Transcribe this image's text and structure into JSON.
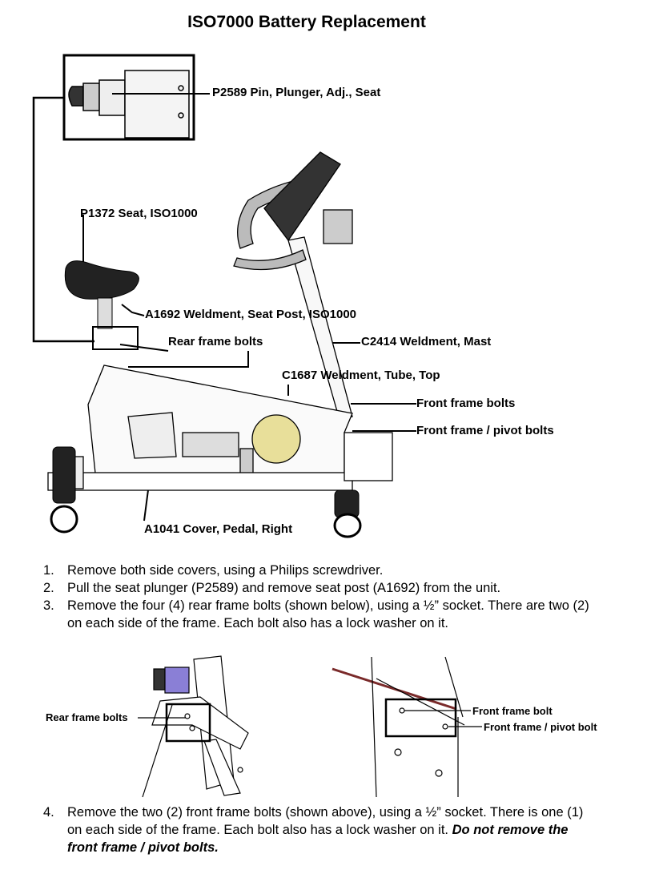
{
  "title": "ISO7000 Battery Replacement",
  "diagram": {
    "labels": {
      "pin_plunger": "P2589 Pin, Plunger, Adj., Seat",
      "seat": "P1372 Seat, ISO1000",
      "seat_post": "A1692 Weldment, Seat Post, ISO1000",
      "rear_frame_bolts": "Rear frame bolts",
      "mast": "C2414 Weldment, Mast",
      "tube_top": "C1687 Weldment, Tube, Top",
      "front_frame_bolts": "Front frame bolts",
      "front_pivot_bolts": "Front frame / pivot bolts",
      "pedal_cover": "A1041 Cover, Pedal, Right"
    }
  },
  "steps": [
    {
      "num": "1.",
      "text": "Remove both side covers, using a Philips screwdriver."
    },
    {
      "num": "2.",
      "text": "Pull the seat plunger (P2589) and remove seat post (A1692) from the unit."
    },
    {
      "num": "3.",
      "text": "Remove the four (4) rear frame bolts (shown below), using a ½” socket. There are two (2) on each side of the frame.  Each bolt also has a lock washer on it."
    },
    {
      "num": "4.",
      "text": "Remove the two (2) front frame bolts (shown above), using a ½” socket. There is one (1) on each side of the frame.  Each bolt also has a lock washer on it.",
      "warning": "Do not remove the front frame / pivot bolts."
    }
  ],
  "detail_left": {
    "label": "Rear frame bolts"
  },
  "detail_right": {
    "label_top": "Front frame bolt",
    "label_bottom": "Front frame / pivot bolt"
  }
}
